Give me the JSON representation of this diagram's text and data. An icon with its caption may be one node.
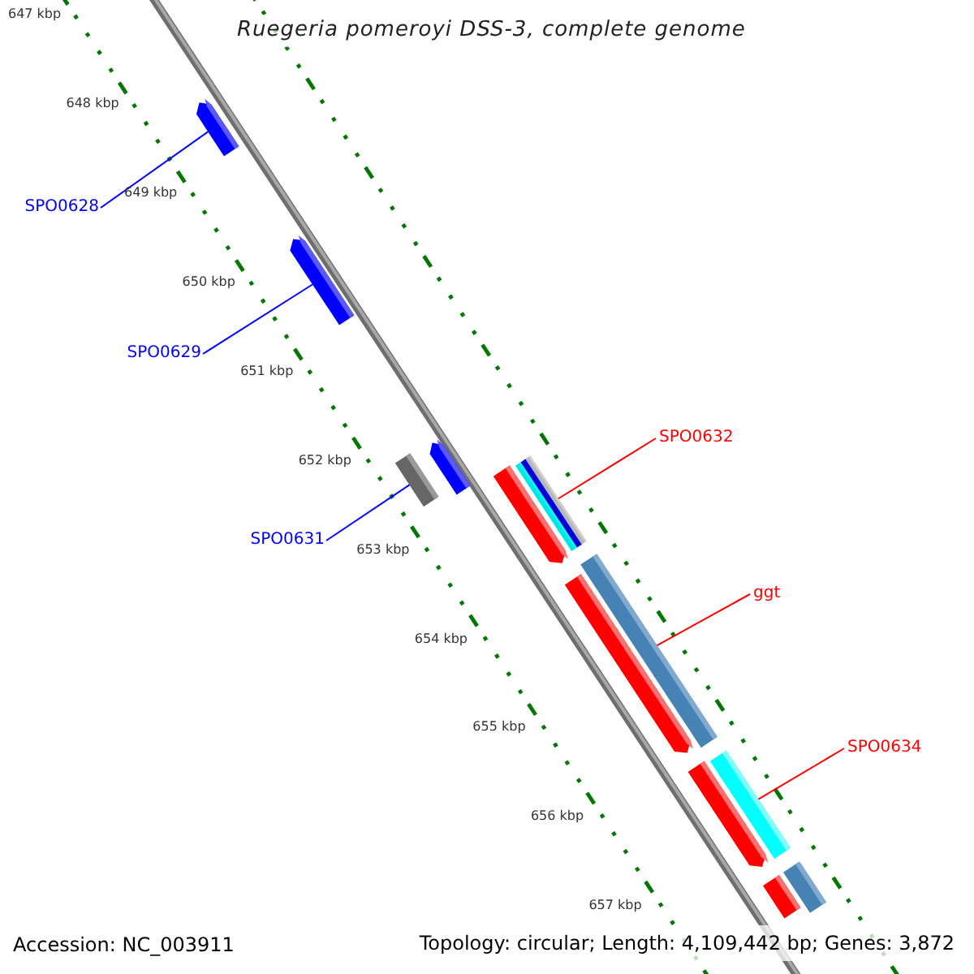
{
  "diagram": {
    "title": "Ruegeria pomeroyi DSS-3, complete genome",
    "nodes": [
      {
        "text": [
          "SPO0628"
        ]
      },
      {
        "text": [],
        "shape": "bar"
      },
      {
        "text": [
          "SPO0629"
        ]
      },
      {
        "text": [],
        "shape": "bar"
      },
      {
        "text": [
          "SPO0631"
        ]
      },
      {
        "text": [],
        "shape": "bar"
      },
      {
        "text": [],
        "shape": "bar"
      },
      {
        "text": [
          "SPO0632"
        ]
      },
      {
        "text": [],
        "shape": "bar"
      },
      {
        "text": [],
        "shape": "bar"
      },
      {
        "text": [
          "ggt"
        ]
      },
      {
        "text": [],
        "shape": "bar"
      },
      {
        "text": [],
        "shape": "bar"
      },
      {
        "text": [
          "SPO0634"
        ]
      },
      {
        "text": [],
        "shape": "bar"
      },
      {
        "text": [],
        "shape": "bar"
      },
      {
        "text": [],
        "shape": "bar"
      },
      {
        "text": [],
        "shape": "bar"
      }
    ],
    "edges": [
      {
        "from": 0,
        "to": 1,
        "arrow": "none",
        "color": "#0000ff"
      },
      {
        "from": 2,
        "to": 3,
        "arrow": "none",
        "color": "#0000ff"
      },
      {
        "from": 4,
        "to": 5,
        "arrow": "none",
        "color": "#0000ff"
      },
      {
        "from": 7,
        "to": 9,
        "arrow": "none",
        "color": "#ff0000"
      },
      {
        "from": 10,
        "to": 12,
        "arrow": "none",
        "color": "#ff0000"
      },
      {
        "from": 13,
        "to": 15,
        "arrow": "none",
        "color": "#ff0000"
      }
    ],
    "labels": [
      "647 kbp",
      "648 kbp",
      "649 kbp",
      "650 kbp",
      "651 kbp",
      "652 kbp",
      "653 kbp",
      "654 kbp",
      "655 kbp",
      "656 kbp",
      "657 kbp",
      "Accession: NC_003911",
      "Topology: circular; Length: 4,109,442 bp; Genes: 3,872"
    ]
  }
}
